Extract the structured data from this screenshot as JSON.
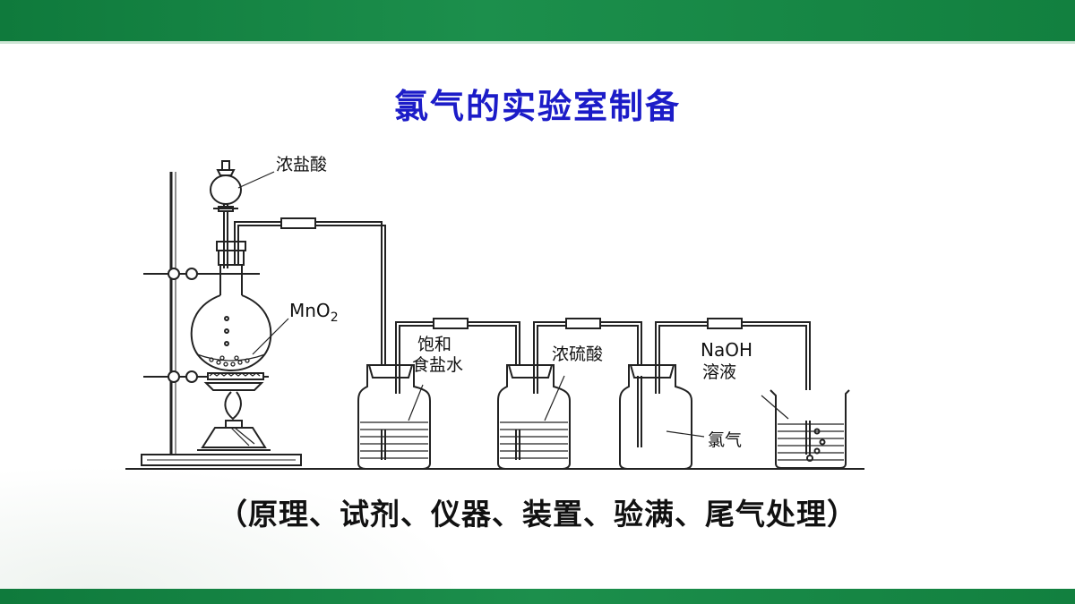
{
  "slide": {
    "title": "氯气的实验室制备",
    "subtitle": "（原理、试剂、仪器、装置、验满、尾气处理）"
  },
  "diagram": {
    "labels": {
      "conc_hcl": "浓盐酸",
      "mno2_main": "MnO",
      "mno2_sub": "2",
      "saturated_brine_line1": "饱和",
      "saturated_brine_line2": "食盐水",
      "conc_sulfuric": "浓硫酸",
      "chlorine_gas": "氯气",
      "naoh_line1": "NaOH",
      "naoh_line2": "溶液"
    },
    "colors": {
      "title": "#1c1cc8",
      "banner": "#168a47",
      "line": "#222222"
    }
  }
}
